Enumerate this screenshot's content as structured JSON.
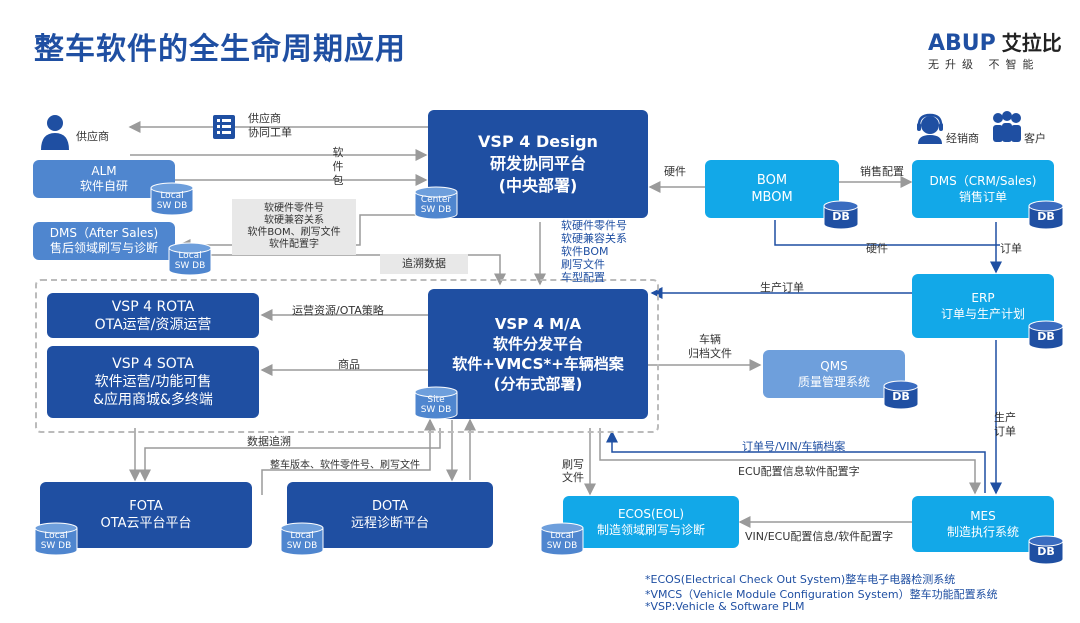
{
  "header": {
    "title": "整车软件的全生命周期应用",
    "logo_en": "ABUP",
    "logo_cn": "艾拉比",
    "slogan": "无升级 不智能"
  },
  "actors": {
    "supplier": "供应商",
    "dealer": "经销商",
    "customer": "客户"
  },
  "doc": {
    "supplier_work_order": "供应商\n协同工单"
  },
  "nodes": {
    "alm": "ALM\n软件自研",
    "dms_after": "DMS（After Sales)\n售后领域刷写与诊断",
    "vsp_design": "VSP 4 Design\n研发协同平台\n(中央部署)",
    "bom": "BOM\nMBOM",
    "dms_crm": "DMS（CRM/Sales)\n销售订单",
    "erp": "ERP\n订单与生产计划",
    "vsp_rota": "VSP 4 ROTA\nOTA运营/资源运营",
    "vsp_sota": "VSP 4 SOTA\n软件运营/功能可售\n&应用商城&多终端",
    "vsp_ma": "VSP 4 M/A\n软件分发平台\n软件+VMCS*+车辆档案\n(分布式部署)",
    "qms": "QMS\n质量管理系统",
    "fota": "FOTA\nOTA云平台平台",
    "dota": "DOTA\n远程诊断平台",
    "ecos": "ECOS(EOL)\n制造领域刷写与诊断",
    "mes": "MES\n制造执行系统"
  },
  "db_labels": {
    "db": "DB",
    "local": "Local\nSW DB",
    "center": "Center\nSW DB",
    "site": "Site\nSW DB"
  },
  "edges": {
    "software_pkg": "软\n件\n包",
    "hw_sw_box": "软硬件零件号\n软硬兼容关系\n软件BOM、刷写文件\n软件配置字",
    "trace_data": "追溯数据",
    "design_to_ma": "软硬件零件号\n软硬兼容关系\n软件BOM\n刷写文件\n车型配置",
    "hardware_top": "硬件",
    "hardware_bottom": "硬件",
    "sales_config": "销售配置",
    "order": "订单",
    "production_order": "生产订单",
    "ops_ota": "运营资源/OTA策略",
    "goods": "商品",
    "vehicle_archive": "车辆\n归档文件",
    "data_trace": "数据追溯",
    "vehicle_version": "整车版本、软件零件号、刷写文件",
    "flash_file": "刷写\n文件",
    "order_vin": "订单号/VIN/车辆档案",
    "ecu_config": "ECU配置信息软件配置字",
    "production": "生产\n订单",
    "vin_ecu": "VIN/ECU配置信息/软件配置字"
  },
  "footnotes": [
    "*ECOS(Electrical Check Out System)整车电子电器检测系统",
    "*VMCS（Vehicle Module Configuration System）整车功能配置系统",
    "*VSP:Vehicle & Software PLM"
  ]
}
